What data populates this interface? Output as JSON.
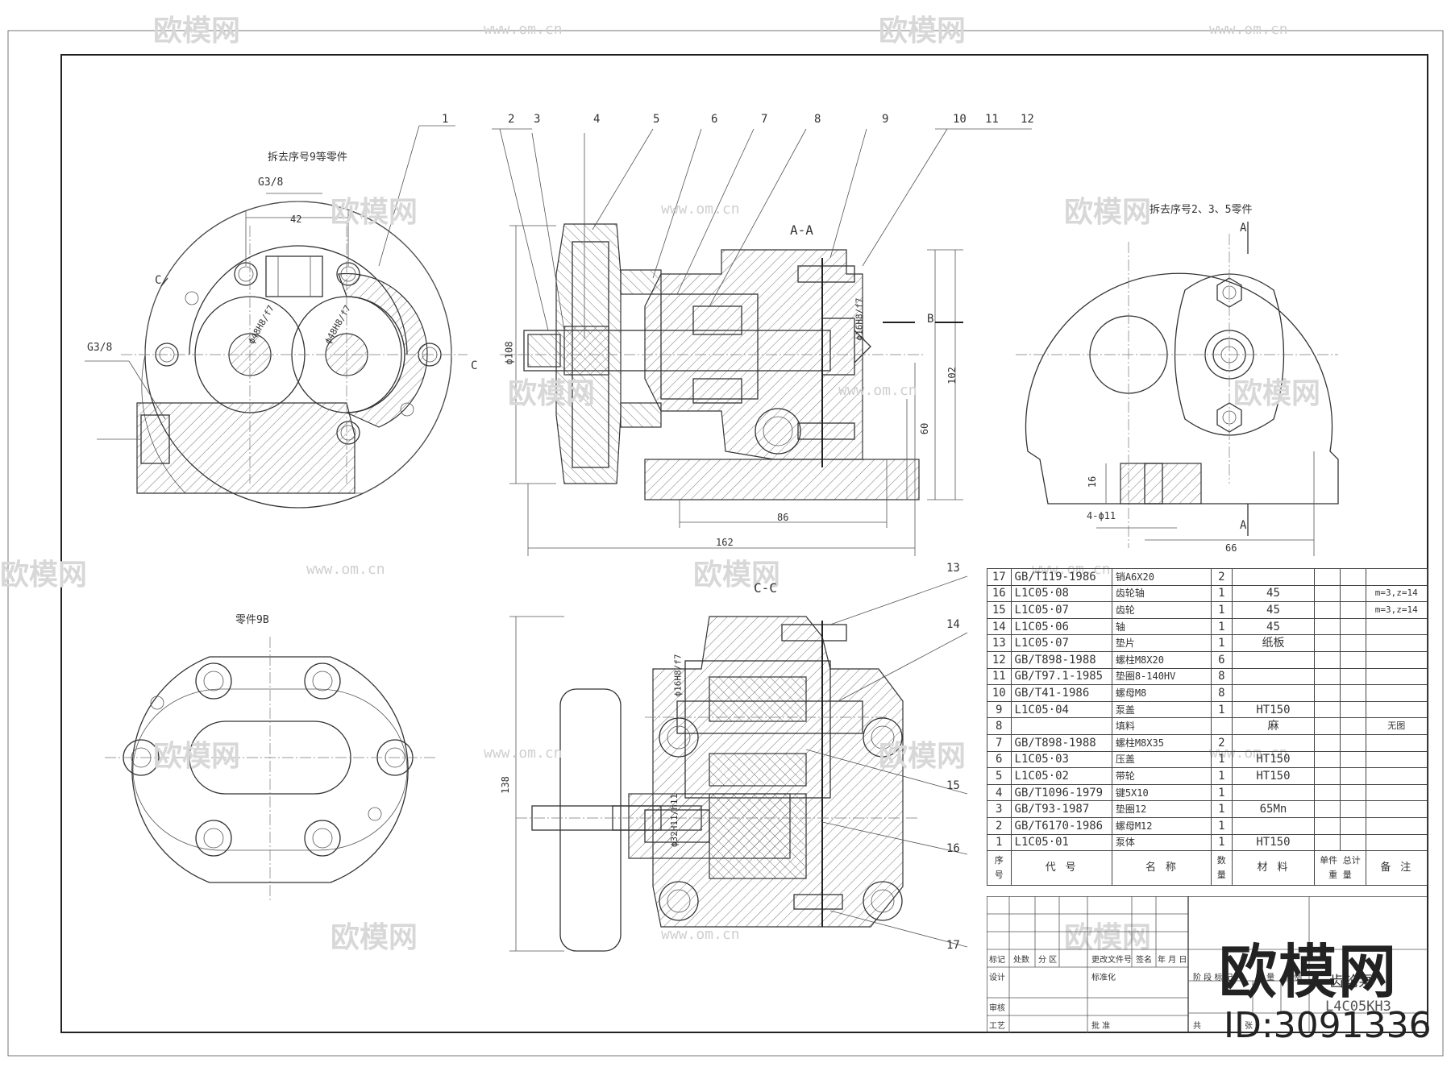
{
  "watermark": {
    "brand": "欧模网",
    "url": "www.om.cn"
  },
  "views": {
    "view_left_note": "拆去序号9等零件",
    "view_right_note": "拆去序号2、3、5零件",
    "view_part9_title": "零件9B",
    "section_aa": "A-A",
    "section_cc": "C-C",
    "mark_a": "A",
    "mark_b": "B",
    "mark_c": "C"
  },
  "dimensions": {
    "g38_top": "G3/8",
    "g38_left": "G3/8",
    "d42": "42",
    "d108": "ϕ108",
    "d86": "86",
    "d162": "162",
    "d102": "102",
    "d60": "60",
    "d16": "16",
    "d4d11": "4-ϕ11",
    "d66": "66",
    "d138": "138",
    "fit_16": "ϕ16H8/f7",
    "fit_16b": "ϕ16H8/f7",
    "fit_32": "ϕ32H11/h11",
    "fit_48a": "ϕ48H8/f7",
    "fit_48b": "ϕ48H8/f7"
  },
  "balloons": [
    "1",
    "2",
    "3",
    "4",
    "5",
    "6",
    "7",
    "8",
    "9",
    "10",
    "11",
    "12",
    "13",
    "14",
    "15",
    "16",
    "17"
  ],
  "parts_list": [
    {
      "no": "17",
      "code": "GB/T119-1986",
      "name": "销A6X20",
      "qty": "2",
      "material": "",
      "remark": ""
    },
    {
      "no": "16",
      "code": "L1C05·08",
      "name": "齿轮轴",
      "qty": "1",
      "material": "45",
      "remark": "m=3,z=14"
    },
    {
      "no": "15",
      "code": "L1C05·07",
      "name": "齿轮",
      "qty": "1",
      "material": "45",
      "remark": "m=3,z=14"
    },
    {
      "no": "14",
      "code": "L1C05·06",
      "name": "轴",
      "qty": "1",
      "material": "45",
      "remark": ""
    },
    {
      "no": "13",
      "code": "L1C05·07",
      "name": "垫片",
      "qty": "1",
      "material": "纸板",
      "remark": ""
    },
    {
      "no": "12",
      "code": "GB/T898-1988",
      "name": "螺柱M8X20",
      "qty": "6",
      "material": "",
      "remark": ""
    },
    {
      "no": "11",
      "code": "GB/T97.1-1985",
      "name": "垫圈8-140HV",
      "qty": "8",
      "material": "",
      "remark": ""
    },
    {
      "no": "10",
      "code": "GB/T41-1986",
      "name": "螺母M8",
      "qty": "8",
      "material": "",
      "remark": ""
    },
    {
      "no": "9",
      "code": "L1C05·04",
      "name": "泵盖",
      "qty": "1",
      "material": "HT150",
      "remark": ""
    },
    {
      "no": "8",
      "code": "",
      "name": "填料",
      "qty": "",
      "material": "麻",
      "remark": "无图"
    },
    {
      "no": "7",
      "code": "GB/T898-1988",
      "name": "螺柱M8X35",
      "qty": "2",
      "material": "",
      "remark": ""
    },
    {
      "no": "6",
      "code": "L1C05·03",
      "name": "压盖",
      "qty": "1",
      "material": "HT150",
      "remark": ""
    },
    {
      "no": "5",
      "code": "L1C05·02",
      "name": "带轮",
      "qty": "1",
      "material": "HT150",
      "remark": ""
    },
    {
      "no": "4",
      "code": "GB/T1096-1979",
      "name": "键5X10",
      "qty": "1",
      "material": "",
      "remark": ""
    },
    {
      "no": "3",
      "code": "GB/T93-1987",
      "name": "垫圈12",
      "qty": "1",
      "material": "65Mn",
      "remark": ""
    },
    {
      "no": "2",
      "code": "GB/T6170-1986",
      "name": "螺母M12",
      "qty": "1",
      "material": "",
      "remark": ""
    },
    {
      "no": "1",
      "code": "L1C05·01",
      "name": "泵体",
      "qty": "1",
      "material": "HT150",
      "remark": ""
    }
  ],
  "parts_header": {
    "no": "序号",
    "code": "代 号",
    "name": "名 称",
    "qty": "数量",
    "material": "材 料",
    "unit_weight": "单件",
    "total_weight": "总计",
    "weight": "重 量",
    "remark": "备 注"
  },
  "title_block": {
    "mark": "标记",
    "count": "处数",
    "zone": "分 区",
    "change_doc": "更改文件号",
    "sign": "签名",
    "date": "年 月 日",
    "design": "设计",
    "standard": "标准化",
    "review": "审核",
    "process": "工艺",
    "approve": "批 准",
    "stage": "阶 段 标 记",
    "weight": "重 量",
    "scale": "比 例",
    "total": "共",
    "sheet": "张",
    "name": "齿轮泵",
    "drawing_no": "L4C05KH3"
  },
  "logo": {
    "text": "欧模网",
    "id": "ID:3091336"
  }
}
